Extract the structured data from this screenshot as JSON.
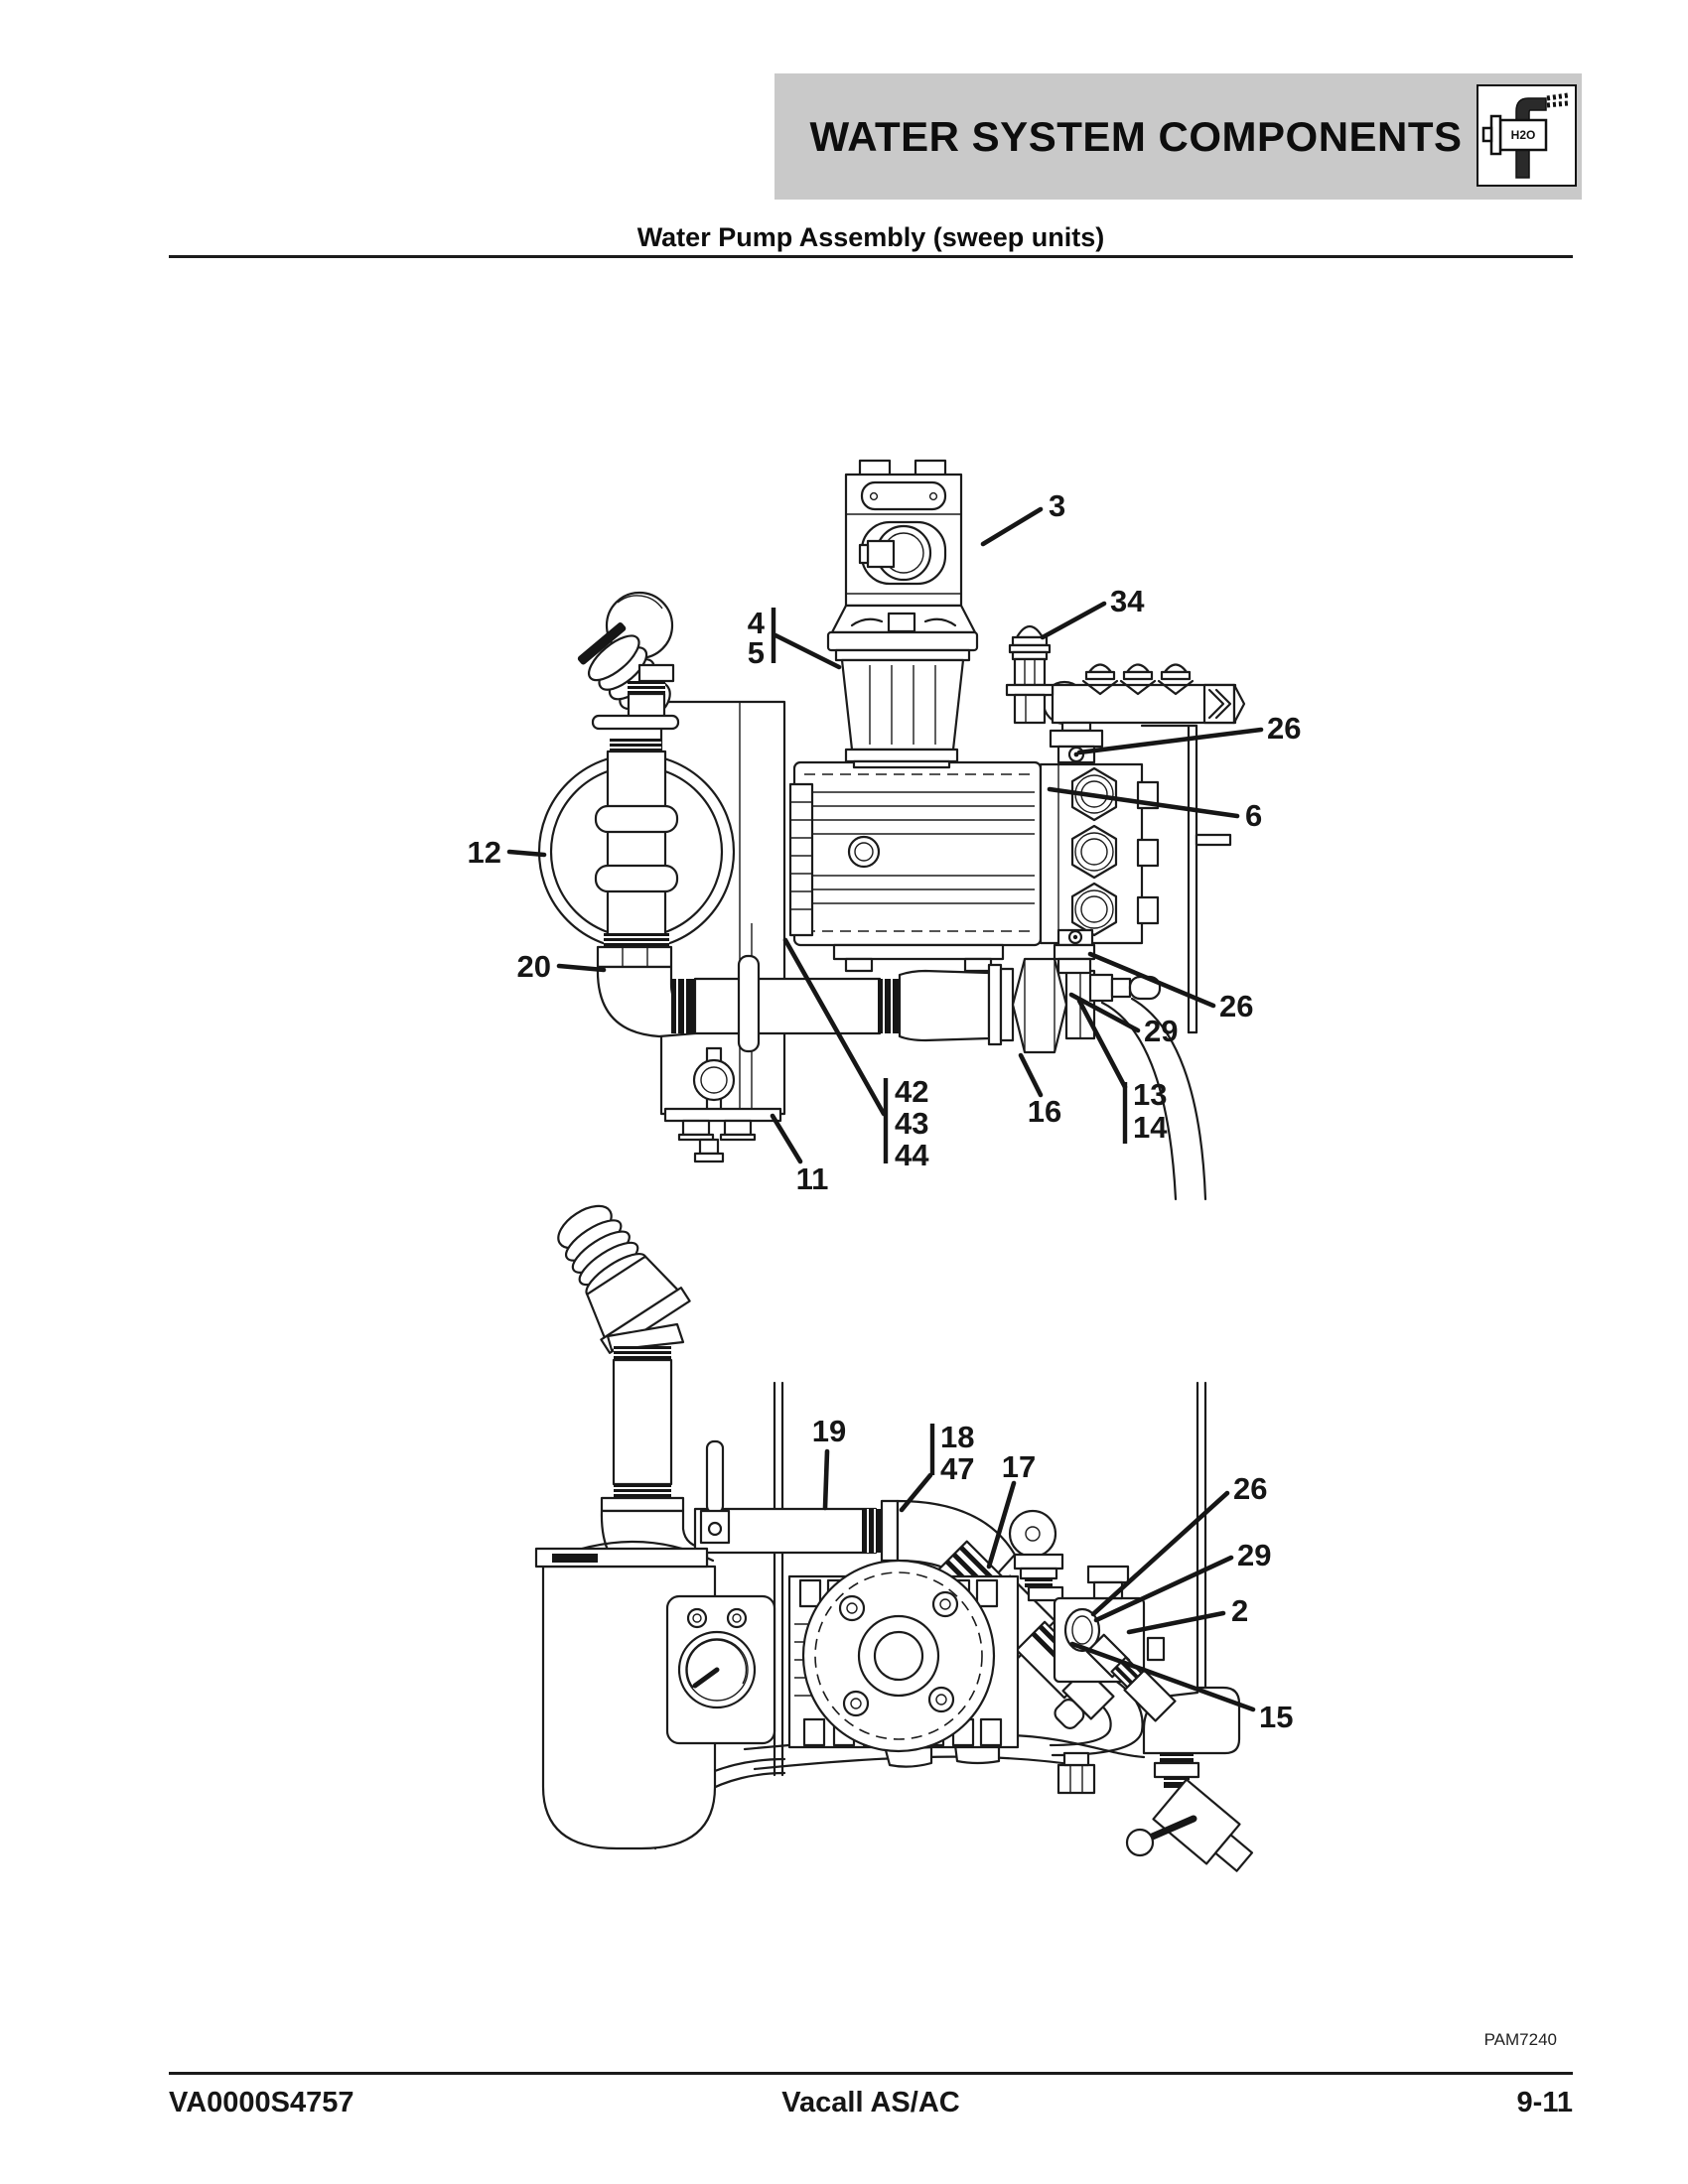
{
  "header": {
    "title": "WATER SYSTEM COMPONENTS",
    "subtitle": "Water Pump Assembly (sweep units)",
    "banner_color": "#c9c9c9",
    "icon": {
      "name": "h2o-pump-icon",
      "text": "H2O"
    }
  },
  "figure": {
    "code": "PAM7240",
    "upper_callouts": {
      "c3": "3",
      "c4": "4",
      "c5": "5",
      "c34": "34",
      "c26a": "26",
      "c6": "6",
      "c12": "12",
      "c20": "20",
      "c26b": "26",
      "c29": "29",
      "c13": "13",
      "c14": "14",
      "c16": "16",
      "c42": "42",
      "c43": "43",
      "c44": "44",
      "c11": "11"
    },
    "lower_callouts": {
      "c19": "19",
      "c18": "18",
      "c47": "47",
      "c17": "17",
      "c26": "26",
      "c29": "29",
      "c2": "2",
      "c15": "15"
    }
  },
  "footer": {
    "doc_number": "VA0000S4757",
    "center_text": "Vacall AS/AC",
    "page_number": "9-11"
  }
}
